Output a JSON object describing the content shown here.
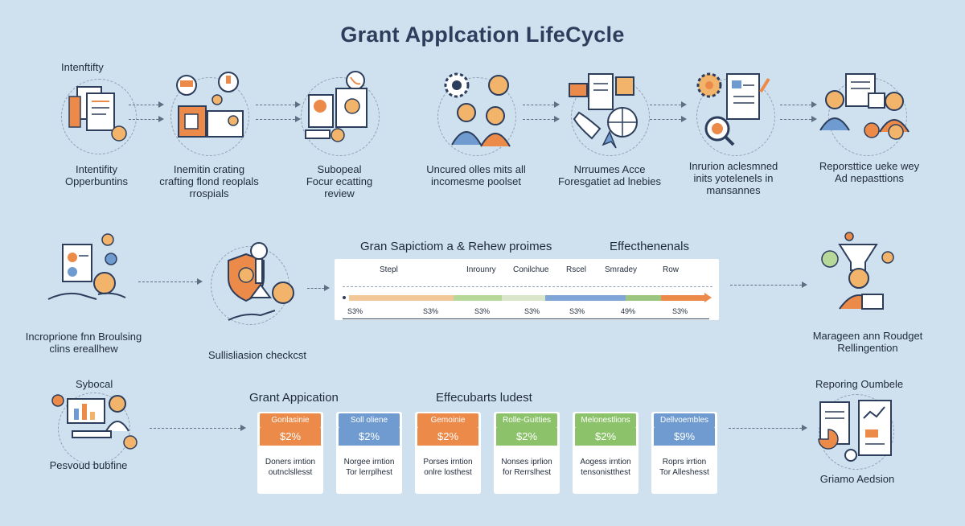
{
  "title": "Grant Applcation LifeCycle",
  "colors": {
    "orange": "#ec8a4a",
    "blue": "#6f9bd0",
    "green": "#8cc36a",
    "navy": "#2c3e5c",
    "peach": "#f2b36b"
  },
  "row1": [
    {
      "label": "Intentifity\nOpperbuntins",
      "top_label": "Intenftifty",
      "icon": "documents-icon"
    },
    {
      "label": "Inemitin crating\ncrafting flond reoplals\nrrospials",
      "icon": "idea-laptop-icon"
    },
    {
      "label": "Subopeal\nFocur ecatting\nreview",
      "icon": "document-phone-icon"
    },
    {
      "label": "Uncured olles mits all\nincomesme poolset",
      "icon": "team-gear-icon"
    },
    {
      "label": "Nrruumes Acce\nForesgatiet ad lnebies",
      "icon": "hand-review-icon"
    },
    {
      "label": "Inrurion aclesmned\ninits yotelenels in\nmansannes",
      "icon": "checklist-magnifier-icon"
    },
    {
      "label": "Reporsttice ueke wey\nAd nepasttions",
      "icon": "reporting-people-icon"
    }
  ],
  "row2": {
    "left_label": "Incroprione fnn Broulsing\nclins ereallhew",
    "left_icon": "hands-profile-icon",
    "middle_label": "Sullisliasion checkcst",
    "middle_icon": "shield-hand-icon",
    "timeline_title": "Gran Sapictiom a & Rehew proimes",
    "timeline_title2": "Effecthenenals",
    "timeline_headers": [
      "Stepl",
      "Inrounry",
      "Conilchue",
      "Rscel",
      "Smradey",
      "Row"
    ],
    "timeline_values": [
      "S3%",
      "S3%",
      "S3%",
      "S3%",
      "S3%",
      "49%",
      "S3%"
    ],
    "right_label": "Marageen ann Roudget\nRellingention",
    "right_icon": "funnel-manager-icon"
  },
  "row3": {
    "left_top": "Sybocal",
    "left_label": "Pesvoud bubfine",
    "left_icon": "presentation-icon",
    "section1": "Grant Appication",
    "section2": "Effecubarts ludest",
    "cards": [
      {
        "header": "Gonlasinie",
        "value": "$2%",
        "desc": "Doners irntion\noutnclsllesst",
        "color": "#ec8a4a"
      },
      {
        "header": "Soll oliene",
        "value": "$2%",
        "desc": "Norgee irntion\nTor lerrplhest",
        "color": "#6f9bd0"
      },
      {
        "header": "Gemoinie",
        "value": "$2%",
        "desc": "Porses irntion\nonlre losthest",
        "color": "#ec8a4a"
      },
      {
        "header": "Rolle-Guitties",
        "value": "$2%",
        "desc": "Nonses iprlion\nfor Rerrslhest",
        "color": "#8cc36a"
      },
      {
        "header": "Melonestlions",
        "value": "$2%",
        "desc": "Aogess irntion\ntensonistthest",
        "color": "#8cc36a"
      },
      {
        "header": "Dellvoembles",
        "value": "$9%",
        "desc": "Roprs irrtion\nTor Alleshesst",
        "color": "#6f9bd0"
      }
    ],
    "right_top": "Reporing Oumbele",
    "right_label": "Griamo Aedsion",
    "right_icon": "reports-chart-icon"
  }
}
